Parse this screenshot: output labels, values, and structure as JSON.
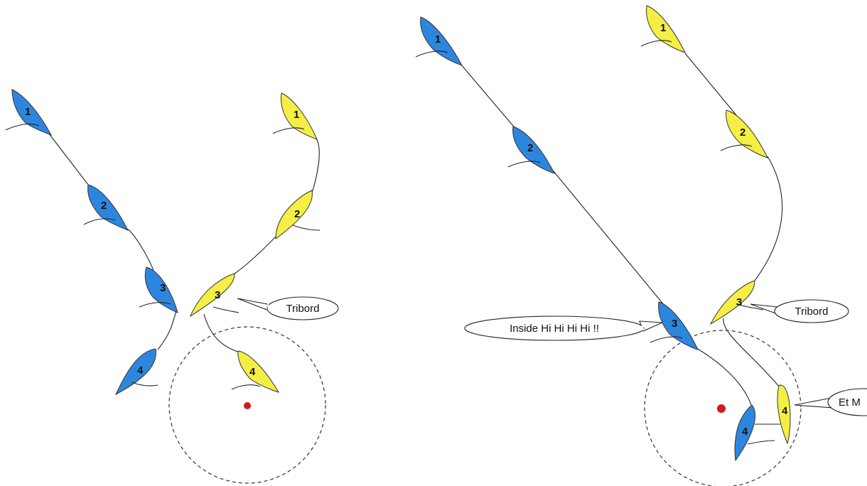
{
  "colors": {
    "blue_boat": "#2d86de",
    "yellow_boat": "#f5ef45",
    "mark": "#cc1b1b"
  },
  "left_scene": {
    "blue_labels": [
      "1",
      "2",
      "3",
      "4"
    ],
    "yellow_labels": [
      "1",
      "2",
      "3",
      "4"
    ],
    "callouts": {
      "tribord": "Tribord"
    }
  },
  "right_scene": {
    "blue_labels": [
      "1",
      "2",
      "3",
      "4"
    ],
    "yellow_labels": [
      "1",
      "2",
      "3",
      "4"
    ],
    "callouts": {
      "inside": "Inside Hi Hi Hi Hi  !!",
      "tribord": "Tribord",
      "et_m": "Et M"
    }
  }
}
